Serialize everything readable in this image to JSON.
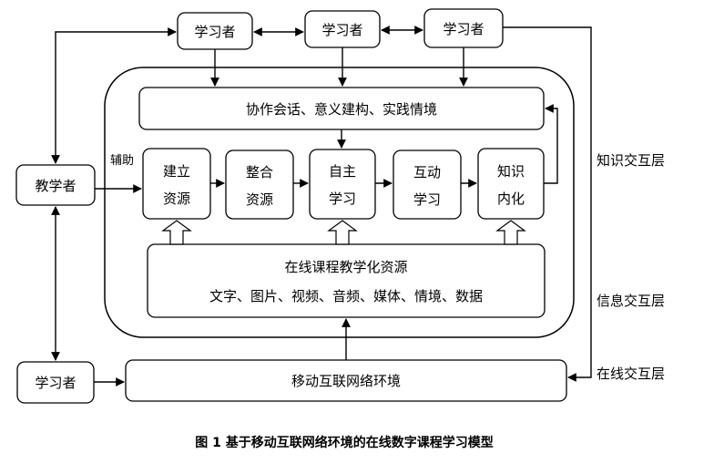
{
  "learners_top": [
    "学习者",
    "学习者",
    "学习者"
  ],
  "collab": "协作会话、意义建构、实践情境",
  "teacher": "教学者",
  "assist": "辅助",
  "steps": [
    {
      "l1": "建立",
      "l2": "资源"
    },
    {
      "l1": "整合",
      "l2": "资源"
    },
    {
      "l1": "自主",
      "l2": "学习"
    },
    {
      "l1": "互动",
      "l2": "学习"
    },
    {
      "l1": "知识",
      "l2": "内化"
    }
  ],
  "resources": {
    "title": "在线课程教学化资源",
    "items": "文字、图片、视频、音频、媒体、情境、数据"
  },
  "learner_bottom": "学习者",
  "environment": "移动互联网络环境",
  "layers": [
    "知识交互层",
    "信息交互层",
    "在线交互层"
  ],
  "caption": "图 1 基于移动互联网络环境的在线数字课程学习模型"
}
